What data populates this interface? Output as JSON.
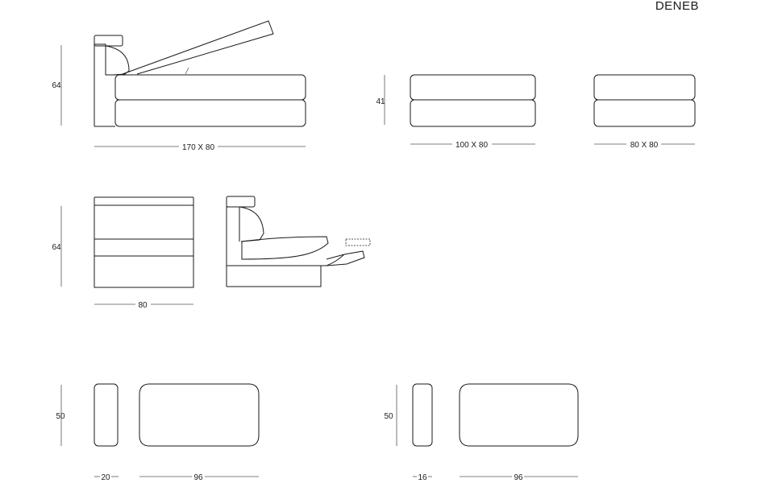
{
  "brand": "DENEB",
  "dimensions": {
    "h_chaise": "64",
    "w_chaise": "170 X 80",
    "h_ottoman": "41",
    "w_ottoman_100": "100 X 80",
    "w_ottoman_80": "80 X 80",
    "h_module": "64",
    "w_module": "80",
    "h_cushion_a": "50",
    "w_cushion_a_side": "20",
    "w_cushion_a_back": "96",
    "h_cushion_b": "50",
    "w_cushion_b_side": "16",
    "w_cushion_b_back": "96"
  },
  "colors": {
    "line": "#1a1a1a",
    "background": "#ffffff"
  }
}
